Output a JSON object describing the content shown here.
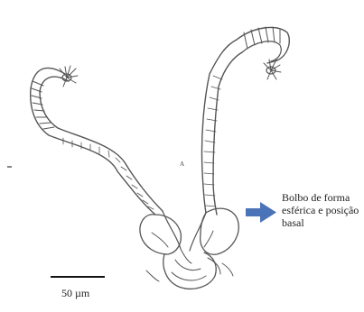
{
  "panel_letter": "A",
  "annotation_text": "Bolbo de forma esférica e posição basal",
  "scale_bar_label": "50 µm",
  "colors": {
    "arrow": "#4a73b8",
    "ink": "#444444",
    "background": "#ffffff"
  },
  "icons": [
    "right-arrow-icon",
    "scale-bar"
  ]
}
